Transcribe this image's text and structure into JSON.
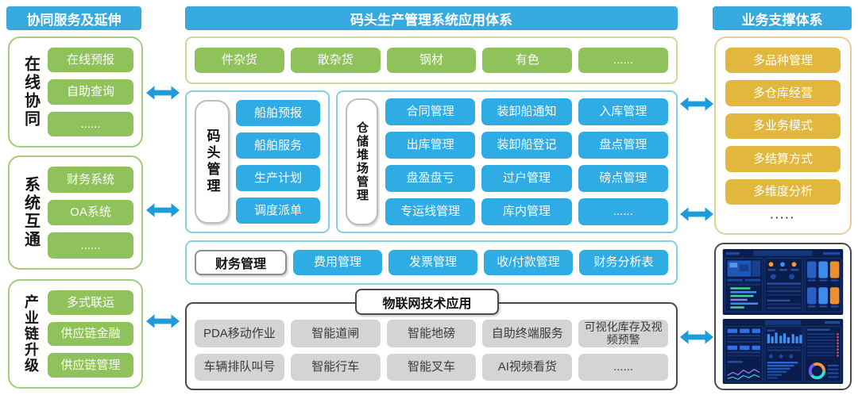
{
  "left_panel": {
    "title": "协同服务及延伸",
    "sections": [
      {
        "label": "在线协同",
        "items": [
          "在线预报",
          "自助查询",
          "......"
        ]
      },
      {
        "label": "系统互通",
        "items": [
          "财务系统",
          "OA系统",
          "......"
        ]
      },
      {
        "label": "产业链升级",
        "items": [
          "多式联运",
          "供应链金融",
          "供应链管理"
        ]
      }
    ]
  },
  "center_panel": {
    "title": "码头生产管理系统应用体系",
    "cargo_types": [
      "件杂货",
      "散杂货",
      "钢材",
      "有色",
      "......"
    ],
    "dock": {
      "label": "码头管理",
      "items": [
        "船舶预报",
        "船舶服务",
        "生产计划",
        "调度派单"
      ]
    },
    "warehouse": {
      "label": "仓储堆场管理",
      "items": [
        "合同管理",
        "装卸船通知",
        "入库管理",
        "出库管理",
        "装卸船登记",
        "盘点管理",
        "盘盈盘亏",
        "过户管理",
        "磅点管理",
        "专运线管理",
        "库内管理",
        "......"
      ]
    },
    "finance": {
      "label": "财务管理",
      "items": [
        "费用管理",
        "发票管理",
        "收/付款管理",
        "财务分析表"
      ]
    },
    "iot": {
      "label": "物联网技术应用",
      "items": [
        "PDA移动作业",
        "智能道闸",
        "智能地磅",
        "自助终端服务",
        "可视化库存及视频预警",
        "车辆排队叫号",
        "智能行车",
        "智能叉车",
        "AI视频看货",
        "......"
      ]
    }
  },
  "right_panel": {
    "title": "业务支撑体系",
    "items": [
      "多品种管理",
      "多仓库经营",
      "多业务模式",
      "多结算方式",
      "多维度分析"
    ],
    "more": "·····",
    "dashboard_images": [
      "production-monitor-dashboard",
      "operation-analysis-dashboard"
    ]
  },
  "colors": {
    "header_blue": "#36A9E1",
    "chip_blue": "#2FACE3",
    "chip_green": "#8FC25B",
    "chip_yellow": "#E1B83D",
    "chip_gray": "#D4D4D4",
    "arrow_blue": "#1E9CD9"
  }
}
